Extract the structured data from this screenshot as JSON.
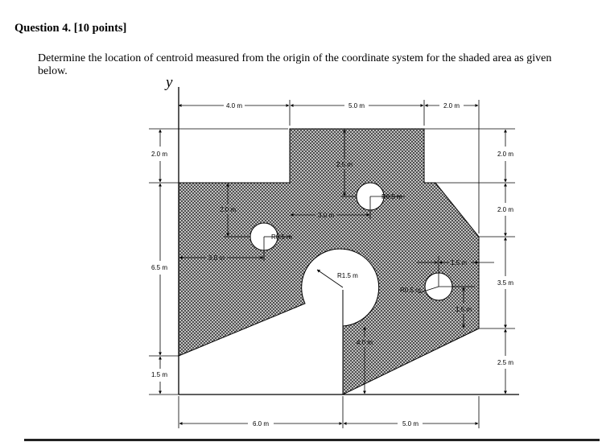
{
  "question": {
    "heading": "Question 4. [10 points]",
    "text": "Determine the location of centroid measured from the origin of the coordinate system for the shaded area as given below."
  },
  "figure": {
    "axis_label": "y",
    "dims_top": [
      "4.0 m",
      "5.0 m",
      "2.0 m"
    ],
    "dims_left": [
      "2.0 m",
      "6.5 m",
      "1.5 m"
    ],
    "dims_right": [
      "2.0 m",
      "2.0 m",
      "3.5 m",
      "2.5 m"
    ],
    "dims_bottom": [
      "6.0 m",
      "5.0 m"
    ],
    "inner_labels": {
      "hole1_vertical": "2.0 m",
      "hole1_horizontal": "3.0 m",
      "hole1_radius": "R0.5 m",
      "hole2_vertical": "2.5 m",
      "hole2_horizontal": "3.0 m",
      "hole2_radius": "R0.5 m",
      "hole3_horizontal": "1.5 m",
      "hole3_vertical": "1.5 m",
      "hole3_radius": "R0.5 m",
      "semicircle_radius": "R1.5 m",
      "slot_depth": "4.0 m"
    }
  }
}
